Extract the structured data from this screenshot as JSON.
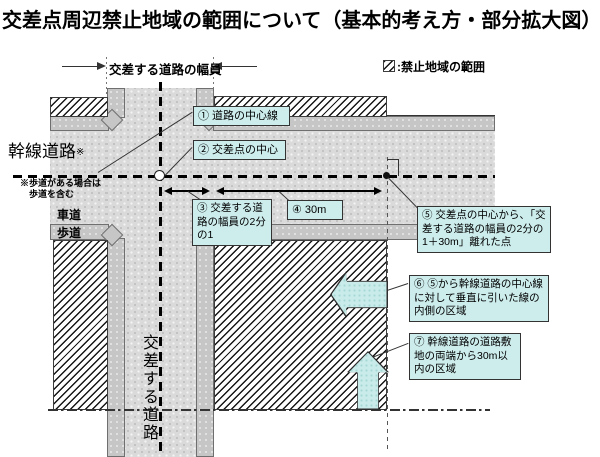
{
  "title": "交差点周辺禁止地域の範囲について（基本的考え方・部分拡大図）",
  "legend": {
    "icon": "hatch-swatch",
    "label": ":禁止地域の範囲"
  },
  "labels": {
    "crossing_road_width": "交差する道路の幅員",
    "main_road": "幹線道路",
    "main_road_note_mark": "※",
    "sidewalk_note_line1": "※歩道がある場合は",
    "sidewalk_note_line2": "歩道を含む",
    "roadway": "車道",
    "sidewalk": "歩道",
    "crossing_road": "交差する道路"
  },
  "callouts": {
    "c1": "① 道路の中心線",
    "c2": "② 交差点の中心",
    "c3": "③ 交差する道路の幅員の2分の1",
    "c4": "④ 30m",
    "c5": "⑤ 交差点の中心から、「交差する道路の幅員の2分の1＋30m」離れた点",
    "c6": "⑥ ⑤から幹線道路の中心線に対して垂直に引いた線の内側の区域",
    "c7": "⑦ 幹線道路の道路敷地の両端から30m以内の区域"
  },
  "colors": {
    "callout_bg": "#cdecec",
    "block_arrow_fill": "#c9ebe9",
    "road_gray": "#dadada",
    "sidewalk_gray": "#c6c6c6",
    "hatch_line": "#161616"
  }
}
